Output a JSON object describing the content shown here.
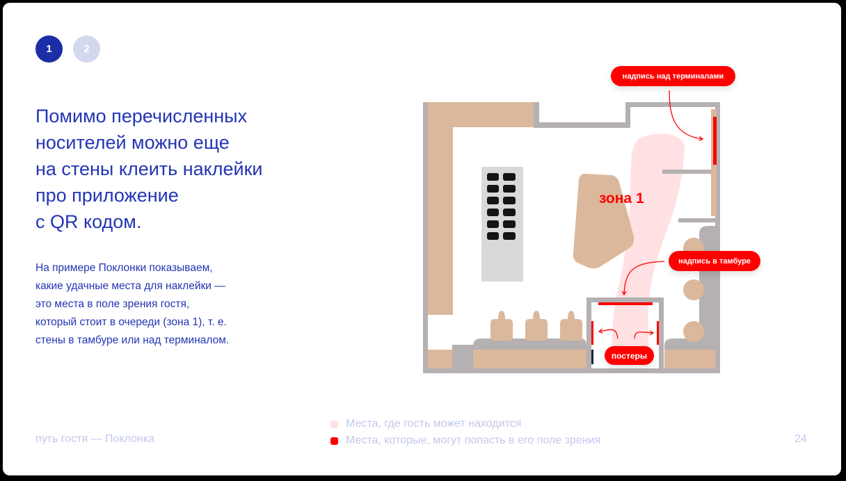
{
  "pager": {
    "pages": [
      {
        "label": "1",
        "active": true
      },
      {
        "label": "2",
        "active": false
      }
    ]
  },
  "headline": "Помимо перечисленных\nносителей можно еще\nна стены клеить наклейки\nпро приложение\nс QR кодом.",
  "body": "На примере Поклонки показываем,\nкакие удачные места для наклейки —\nэто места в поле зрения гостя,\nкоторый стоит в очереди (зона 1), т. е.\nстены в тамбуре или над терминалом.",
  "footer": {
    "title": "путь гостя — Поклонка",
    "page_number": "24"
  },
  "legend": {
    "items": [
      {
        "label": "Места, где гость может находится",
        "color": "#ffe1e3"
      },
      {
        "label": "Места, которые, могут попасть в его поле зрения",
        "color": "#ff0000"
      }
    ]
  },
  "plan": {
    "zone_label": "зона 1",
    "callouts": {
      "terminals": "надпись над терминалами",
      "vestibule": "надпись в тамбуре",
      "posters": "постеры"
    },
    "colors": {
      "wall": "#b5b0b2",
      "furniture": "#dbb89c",
      "zone": "#ffe1e3",
      "highlight": "#ff0000",
      "terminal_panel": "#d9d9d9",
      "terminal_key": "#141417"
    }
  }
}
